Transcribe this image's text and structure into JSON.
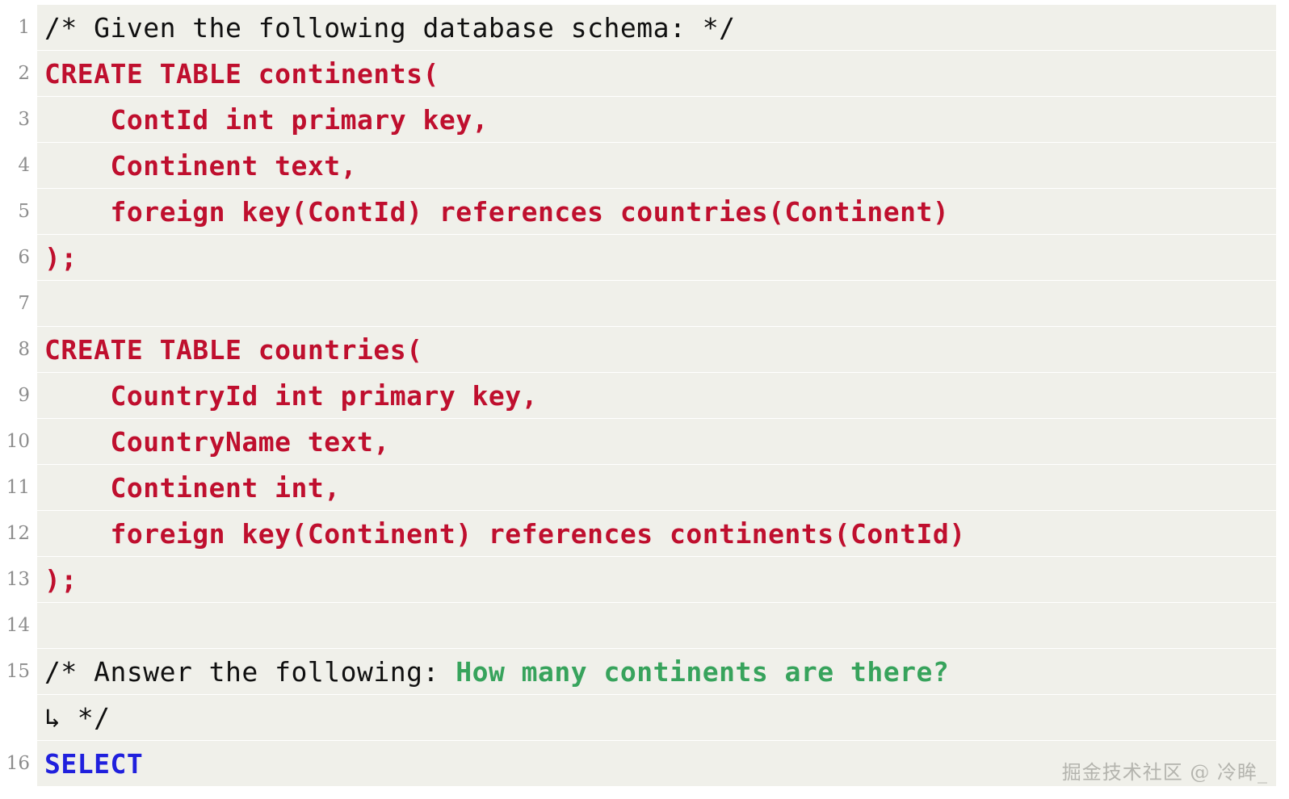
{
  "editor": {
    "title": "SQL schema prompt code block",
    "background_color": "#ffffff",
    "line_band_color": "#f0f0ea",
    "gutter_color": "#8d8d8d",
    "wrap_indicator": "↳",
    "colors": {
      "comment": "#101010",
      "sql_keyword": "#bf0f2e",
      "question_highlight": "#37a35c",
      "select_keyword": "#2020dd",
      "watermark": "#b4b4ae"
    },
    "lines": [
      {
        "number": "1",
        "text": "/* Given the following database schema: */",
        "style": "comment"
      },
      {
        "number": "2",
        "text": "CREATE TABLE continents(",
        "style": "sql"
      },
      {
        "number": "3",
        "text": "    ContId int primary key,",
        "style": "sql"
      },
      {
        "number": "4",
        "text": "    Continent text,",
        "style": "sql"
      },
      {
        "number": "5",
        "text": "    foreign key(ContId) references countries(Continent)",
        "style": "sql"
      },
      {
        "number": "6",
        "text": ");",
        "style": "sql"
      },
      {
        "number": "7",
        "text": "",
        "style": "empty"
      },
      {
        "number": "8",
        "text": "CREATE TABLE countries(",
        "style": "sql"
      },
      {
        "number": "9",
        "text": "    CountryId int primary key,",
        "style": "sql"
      },
      {
        "number": "10",
        "text": "    CountryName text,",
        "style": "sql"
      },
      {
        "number": "11",
        "text": "    Continent int,",
        "style": "sql"
      },
      {
        "number": "12",
        "text": "    foreign key(Continent) references continents(ContId)",
        "style": "sql"
      },
      {
        "number": "13",
        "text": ");",
        "style": "sql"
      },
      {
        "number": "14",
        "text": "",
        "style": "empty"
      },
      {
        "number": "15",
        "text": "/* Answer the following: ",
        "style": "comment",
        "highlight": "How many continents are there?"
      },
      {
        "number": "",
        "text": "↳ */",
        "style": "wrap"
      },
      {
        "number": "16",
        "text": "SELECT",
        "style": "select"
      }
    ]
  },
  "watermark": {
    "text": "掘金技术社区 @ 冷眸_"
  }
}
